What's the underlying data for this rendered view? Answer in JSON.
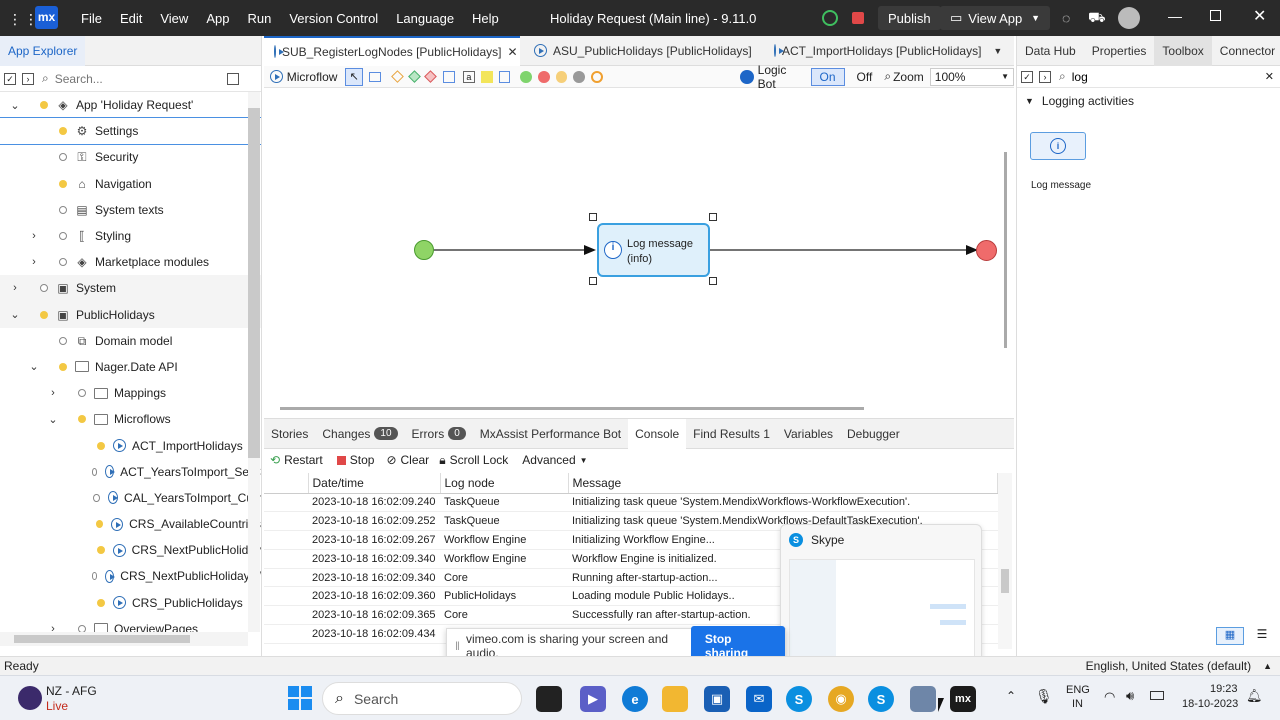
{
  "titlebar": {
    "logo": "mx",
    "menu": [
      "File",
      "Edit",
      "View",
      "App",
      "Run",
      "Version Control",
      "Language",
      "Help"
    ],
    "title": "Holiday Request (Main line) - 9.11.0",
    "publish": "Publish",
    "view_app": "View App"
  },
  "explorer": {
    "header": "App Explorer",
    "search_placeholder": "Search...",
    "items": [
      {
        "label": "App 'Holiday Request'",
        "indent": 0,
        "expand": "v",
        "dot": "y",
        "icon": "cube"
      },
      {
        "label": "Settings",
        "indent": 1,
        "expand": "",
        "dot": "y",
        "icon": "gear"
      },
      {
        "label": "Security",
        "indent": 1,
        "expand": "",
        "dot": "o",
        "icon": "key"
      },
      {
        "label": "Navigation",
        "indent": 1,
        "expand": "",
        "dot": "y",
        "icon": "home"
      },
      {
        "label": "System texts",
        "indent": 1,
        "expand": "",
        "dot": "o",
        "icon": "texts"
      },
      {
        "label": "Styling",
        "indent": 1,
        "expand": ">",
        "dot": "o",
        "icon": "styling"
      },
      {
        "label": "Marketplace modules",
        "indent": 1,
        "expand": ">",
        "dot": "o",
        "icon": "cube"
      },
      {
        "label": "System",
        "indent": 0,
        "expand": ">",
        "dot": "o",
        "icon": "box"
      },
      {
        "label": "PublicHolidays",
        "indent": 0,
        "expand": "v",
        "dot": "y",
        "icon": "box"
      },
      {
        "label": "Domain model",
        "indent": 1,
        "expand": "",
        "dot": "o",
        "icon": "domain"
      },
      {
        "label": "Nager.Date API",
        "indent": 1,
        "expand": "v",
        "dot": "y",
        "icon": "folder"
      },
      {
        "label": "Mappings",
        "indent": 2,
        "expand": ">",
        "dot": "o",
        "icon": "folder"
      },
      {
        "label": "Microflows",
        "indent": 2,
        "expand": "v",
        "dot": "y",
        "icon": "folder"
      },
      {
        "label": "ACT_ImportHolidays",
        "indent": 3,
        "expand": "",
        "dot": "y",
        "icon": "mf"
      },
      {
        "label": "ACT_YearsToImport_SetC",
        "indent": 3,
        "expand": "",
        "dot": "o",
        "icon": "mf"
      },
      {
        "label": "CAL_YearsToImport_Curr",
        "indent": 3,
        "expand": "",
        "dot": "o",
        "icon": "mf"
      },
      {
        "label": "CRS_AvailableCountries",
        "indent": 3,
        "expand": "",
        "dot": "y",
        "icon": "mf"
      },
      {
        "label": "CRS_NextPublicHoliday",
        "indent": 3,
        "expand": "",
        "dot": "y",
        "icon": "mf"
      },
      {
        "label": "CRS_NextPublicHolidayW",
        "indent": 3,
        "expand": "",
        "dot": "o",
        "icon": "mf"
      },
      {
        "label": "CRS_PublicHolidays",
        "indent": 3,
        "expand": "",
        "dot": "y",
        "icon": "mf"
      },
      {
        "label": "OverviewPages",
        "indent": 2,
        "expand": ">",
        "dot": "o",
        "icon": "folder"
      }
    ]
  },
  "editor": {
    "tabs": [
      "SUB_RegisterLogNodes [PublicHolidays]",
      "ASU_PublicHolidays [PublicHolidays]",
      "ACT_ImportHolidays [PublicHolidays]"
    ],
    "toolbar_label": "Microflow",
    "logic_bot": "Logic Bot",
    "on": "On",
    "off": "Off",
    "zoom_label": "Zoom",
    "zoom_value": "100%",
    "activity": {
      "line1": "Log message",
      "line2": "(info)"
    }
  },
  "right_panel": {
    "tabs": [
      "Data Hub",
      "Properties",
      "Toolbox",
      "Connector"
    ],
    "search_value": "log",
    "section": "Logging activities",
    "tool_label": "Log message"
  },
  "console": {
    "tabs": [
      {
        "label": "Stories",
        "badge": ""
      },
      {
        "label": "Changes",
        "badge": "10"
      },
      {
        "label": "Errors",
        "badge": "0"
      },
      {
        "label": "MxAssist Performance Bot",
        "badge": ""
      },
      {
        "label": "Console",
        "badge": ""
      },
      {
        "label": "Find Results 1",
        "badge": ""
      },
      {
        "label": "Variables",
        "badge": ""
      },
      {
        "label": "Debugger",
        "badge": ""
      }
    ],
    "actions": {
      "restart": "Restart",
      "stop": "Stop",
      "clear": "Clear",
      "scroll_lock": "Scroll Lock",
      "advanced": "Advanced"
    },
    "columns": [
      "Date/time",
      "Log node",
      "Message"
    ],
    "rows": [
      [
        "2023-10-18 16:02:09.240",
        "TaskQueue",
        "Initializing task queue 'System.MendixWorkflows-WorkflowExecution'."
      ],
      [
        "2023-10-18 16:02:09.252",
        "TaskQueue",
        "Initializing task queue 'System.MendixWorkflows-DefaultTaskExecution'."
      ],
      [
        "2023-10-18 16:02:09.267",
        "Workflow Engine",
        "Initializing Workflow Engine..."
      ],
      [
        "2023-10-18 16:02:09.340",
        "Workflow Engine",
        "Workflow Engine is initialized."
      ],
      [
        "2023-10-18 16:02:09.340",
        "Core",
        "Running after-startup-action..."
      ],
      [
        "2023-10-18 16:02:09.360",
        "PublicHolidays",
        "Loading module Public Holidays.."
      ],
      [
        "2023-10-18 16:02:09.365",
        "Core",
        "Successfully ran after-startup-action."
      ],
      [
        "2023-10-18 16:02:09.434",
        "",
        ""
      ]
    ]
  },
  "sharing": {
    "text": "vimeo.com is sharing your screen and audio.",
    "button": "Stop sharing"
  },
  "skype_preview": {
    "title": "Skype"
  },
  "statusbar": {
    "left": "Ready",
    "right": "English, United States (default)"
  },
  "taskbar": {
    "weather_title": "NZ - AFG",
    "weather_sub": "Live",
    "search": "Search",
    "lang1": "ENG",
    "lang2": "IN",
    "time": "19:23",
    "date": "18-10-2023"
  }
}
